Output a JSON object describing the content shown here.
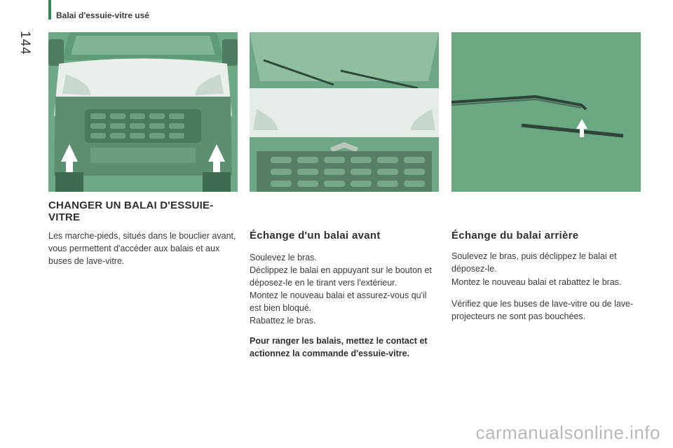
{
  "header": {
    "title": "Balai d'essuie-vitre usé",
    "page_number": "144"
  },
  "col1": {
    "heading": "CHANGER UN BALAI D'ESSUIE-VITRE",
    "text": "Les marche-pieds, situés dans le bouclier avant, vous permettent d'accéder aux balais et aux buses de lave-vitre."
  },
  "col2": {
    "heading": "Échange d'un balai avant",
    "steps": [
      "Soulevez le bras.",
      "Déclippez le balai en appuyant sur le bouton et déposez-le en le tirant vers l'extérieur.",
      "Montez le nouveau balai et assurez-vous qu'il est bien bloqué.",
      "Rabattez le bras."
    ],
    "note": "Pour ranger les balais, mettez le contact et actionnez la commande d'essuie-vitre."
  },
  "col3": {
    "heading": "Échange du balai arrière",
    "steps": [
      "Soulevez le bras, puis déclippez le balai et déposez-le.",
      "Montez le nouveau balai et rabattez le bras."
    ],
    "note": "Vérifiez que les buses de lave-vitre ou de lave-projecteurs ne sont pas bouchées."
  },
  "watermark": "carmanualsonline.info",
  "colors": {
    "accent": "#2f8f4e",
    "photo_green": "#6aa882"
  }
}
